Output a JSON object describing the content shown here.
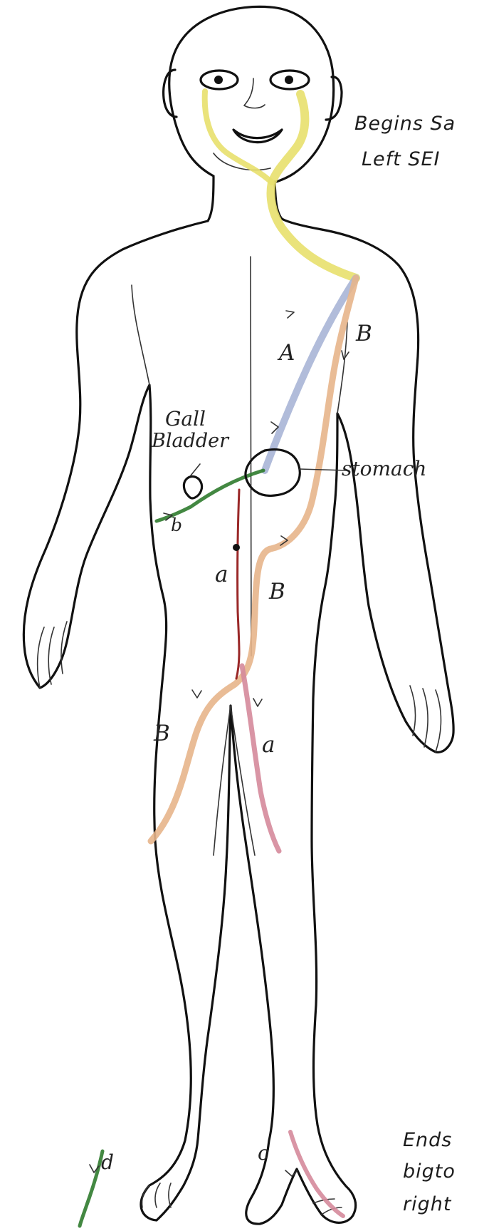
{
  "labels": {
    "begins_line1": "Begins Sa",
    "begins_line2": "Left SEI",
    "gall_line1": "Gall",
    "gall_line2": "Bladder",
    "stomach": "stomach",
    "a_branch_upper": "A",
    "b_branch_upper": "B",
    "b_gall": "b",
    "a_trunk": "a",
    "b_middle": "B",
    "b_left_leg": "B",
    "a_right_leg": "a",
    "d_foot": "d",
    "c_foot": "c",
    "ends_line1": "Ends",
    "ends_line2": "bigto",
    "ends_line3": "right"
  },
  "colors": {
    "outline": "#111111",
    "yellow": "#e8e06d",
    "blue": "#a9b5d6",
    "orange": "#e7b58b",
    "green": "#2f7b2d",
    "red": "#8f1111",
    "pink": "#d58a9b",
    "ink": "#222222"
  },
  "icons": {
    "human": "human-figure-icon"
  }
}
